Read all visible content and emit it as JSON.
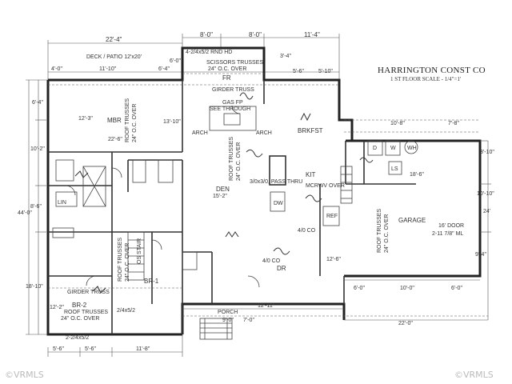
{
  "title": {
    "company": "HARRINGTON CONST CO",
    "scale": "1 ST FLOOR SCALE - 1/4\"=1'"
  },
  "watermark": {
    "text": "©VRMLS"
  },
  "rooms": {
    "deck": "DECK / PATIO 12'x20'",
    "mbr": "MBR",
    "fr": "FR",
    "brkfst": "BRKFST",
    "kit": "KIT",
    "den": "DEN",
    "den_size": "15'-2\"",
    "dr": "DR",
    "garage": "GARAGE",
    "porch": "PORCH",
    "br1": "BR-1",
    "br2": "BR-2",
    "lin": "LIN",
    "ref": "REF",
    "dw": "DW",
    "wh": "WH",
    "d": "D",
    "w": "W",
    "ls": "LS",
    "os_stair": "OS STAIR"
  },
  "notes": {
    "hd": "4-2/4x5/2 RND HD",
    "scissors": "SCISSORS TRUSSES",
    "oc_over": "24\" O.C. OVER",
    "girder_truss": "GIRDER TRUSS",
    "gas_fp": "GAS FP",
    "see_through": "SEE THROUGH",
    "arch": "ARCH",
    "roof_trusses": "ROOF TRUSSES",
    "pass_thru": "3/0x3/0, PASS THRU",
    "mcrwv": "MCRWV OVER",
    "co_a": "4/0 CO",
    "co_b": "4/0 CO",
    "door16": "16' DOOR",
    "door16_b": "2-11 7/8\" ML",
    "girder_truss2": "GIRDER TRUSS"
  },
  "dims": {
    "top_deck": "22'-4\"",
    "top_8a": "8'-0\"",
    "top_8b": "8'-0\"",
    "top_11": "11'-4\"",
    "d_4": "4'-0\"",
    "d_11_10": "11'-10\"",
    "d_6_4": "6'-4\"",
    "d_6_0": "6'-0\"",
    "d_5_6": "5'-6\"",
    "d_5_10": "5'-10\"",
    "d_3_4": "3'-4\"",
    "left_6_4": "6'-4\"",
    "left_10_2": "10'-2\"",
    "left_44": "44'-0\"",
    "left_8_6": "8'-6\"",
    "left_18_10": "18'-10\"",
    "mbr_12": "12'-3\"",
    "mbr_22": "22'-6\"",
    "mbr_13": "13'-10\"",
    "den_15": "15'-2\"",
    "g_10_8": "10'-8\"",
    "g_7_8": "7'-8\"",
    "g_18_6": "18'-6\"",
    "g_10_10": "10'-10\"",
    "g_24": "24'",
    "g_9_4": "9'-4\"",
    "g_6a": "6'-0\"",
    "g_10": "10'-0\"",
    "g_6b": "6'-0\"",
    "b_22": "22'-0\"",
    "b_5_6a": "5'-6\"",
    "b_5_6b": "5'-6\"",
    "b_11_8": "11'-8\"",
    "b_9": "9'-0\"",
    "b_7": "7'-0\"",
    "b_12_11": "12'-11\"",
    "b_12_2": "12'-2\"",
    "b_12_6": "12'-6\"",
    "b_3_10": "3'-10\"",
    "b_2_24": "2-2/4x5/2",
    "b_24x52": "2/4x5/2"
  }
}
